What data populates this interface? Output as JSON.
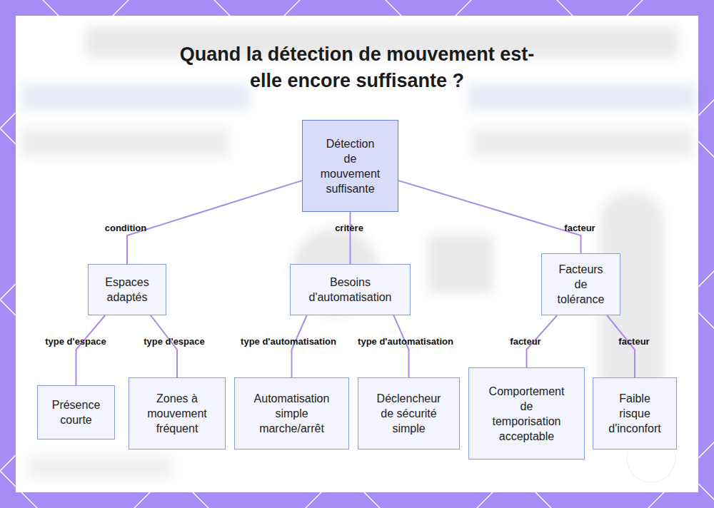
{
  "diagram": {
    "title": "Quand la détection de mouvement est-elle encore suffisante ?",
    "nodes": [
      {
        "text": [
          "Détection de mouvement suffisante"
        ]
      },
      {
        "text": [
          "Espaces adaptés"
        ]
      },
      {
        "text": [
          "Besoins d'automatisation"
        ]
      },
      {
        "text": [
          "Facteurs de tolérance"
        ]
      },
      {
        "text": [
          "Présence courte"
        ]
      },
      {
        "text": [
          "Zones à mouvement fréquent"
        ]
      },
      {
        "text": [
          "Automatisation simple marche/arrêt"
        ]
      },
      {
        "text": [
          "Déclencheur de sécurité simple"
        ]
      },
      {
        "text": [
          "Comportement de temporisation acceptable"
        ]
      },
      {
        "text": [
          "Faible risque d'inconfort"
        ]
      }
    ],
    "edges": [
      {
        "from": 0,
        "to": 1,
        "label": "condition",
        "arrow": "none"
      },
      {
        "from": 0,
        "to": 2,
        "label": "critère",
        "arrow": "none"
      },
      {
        "from": 0,
        "to": 3,
        "label": "facteur",
        "arrow": "none"
      },
      {
        "from": 1,
        "to": 4,
        "label": "type d'espace",
        "arrow": "none"
      },
      {
        "from": 1,
        "to": 5,
        "label": "type d'espace",
        "arrow": "none"
      },
      {
        "from": 2,
        "to": 6,
        "label": "type d'automatisation",
        "arrow": "none"
      },
      {
        "from": 2,
        "to": 7,
        "label": "type d'automatisation",
        "arrow": "none"
      },
      {
        "from": 3,
        "to": 8,
        "label": "facteur",
        "arrow": "none"
      },
      {
        "from": 3,
        "to": 9,
        "label": "facteur",
        "arrow": "none"
      }
    ]
  }
}
